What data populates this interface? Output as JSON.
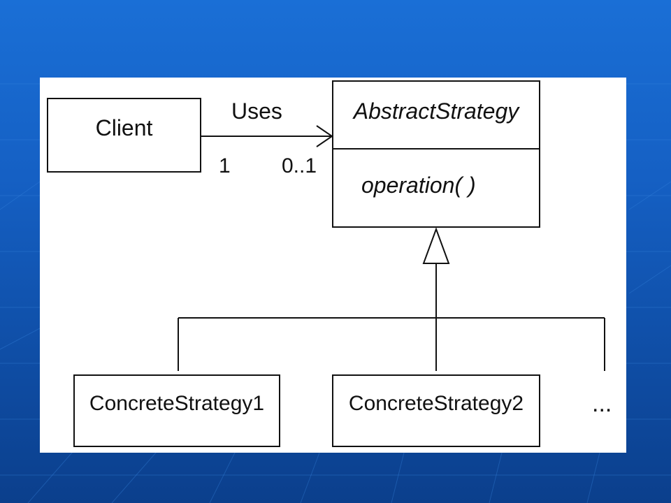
{
  "diagram": {
    "client": {
      "label": "Client"
    },
    "association": {
      "label": "Uses",
      "client_multiplicity": "1",
      "strategy_multiplicity": "0..1"
    },
    "abstract_strategy": {
      "name": "AbstractStrategy",
      "operation": "operation( )"
    },
    "concrete_strategies": [
      {
        "label": "ConcreteStrategy1"
      },
      {
        "label": "ConcreteStrategy2"
      }
    ],
    "more_indicator": "..."
  },
  "colors": {
    "background_top": "#1a6fd6",
    "background_bottom": "#0b3f8c",
    "canvas": "#ffffff",
    "ink": "#111111"
  }
}
